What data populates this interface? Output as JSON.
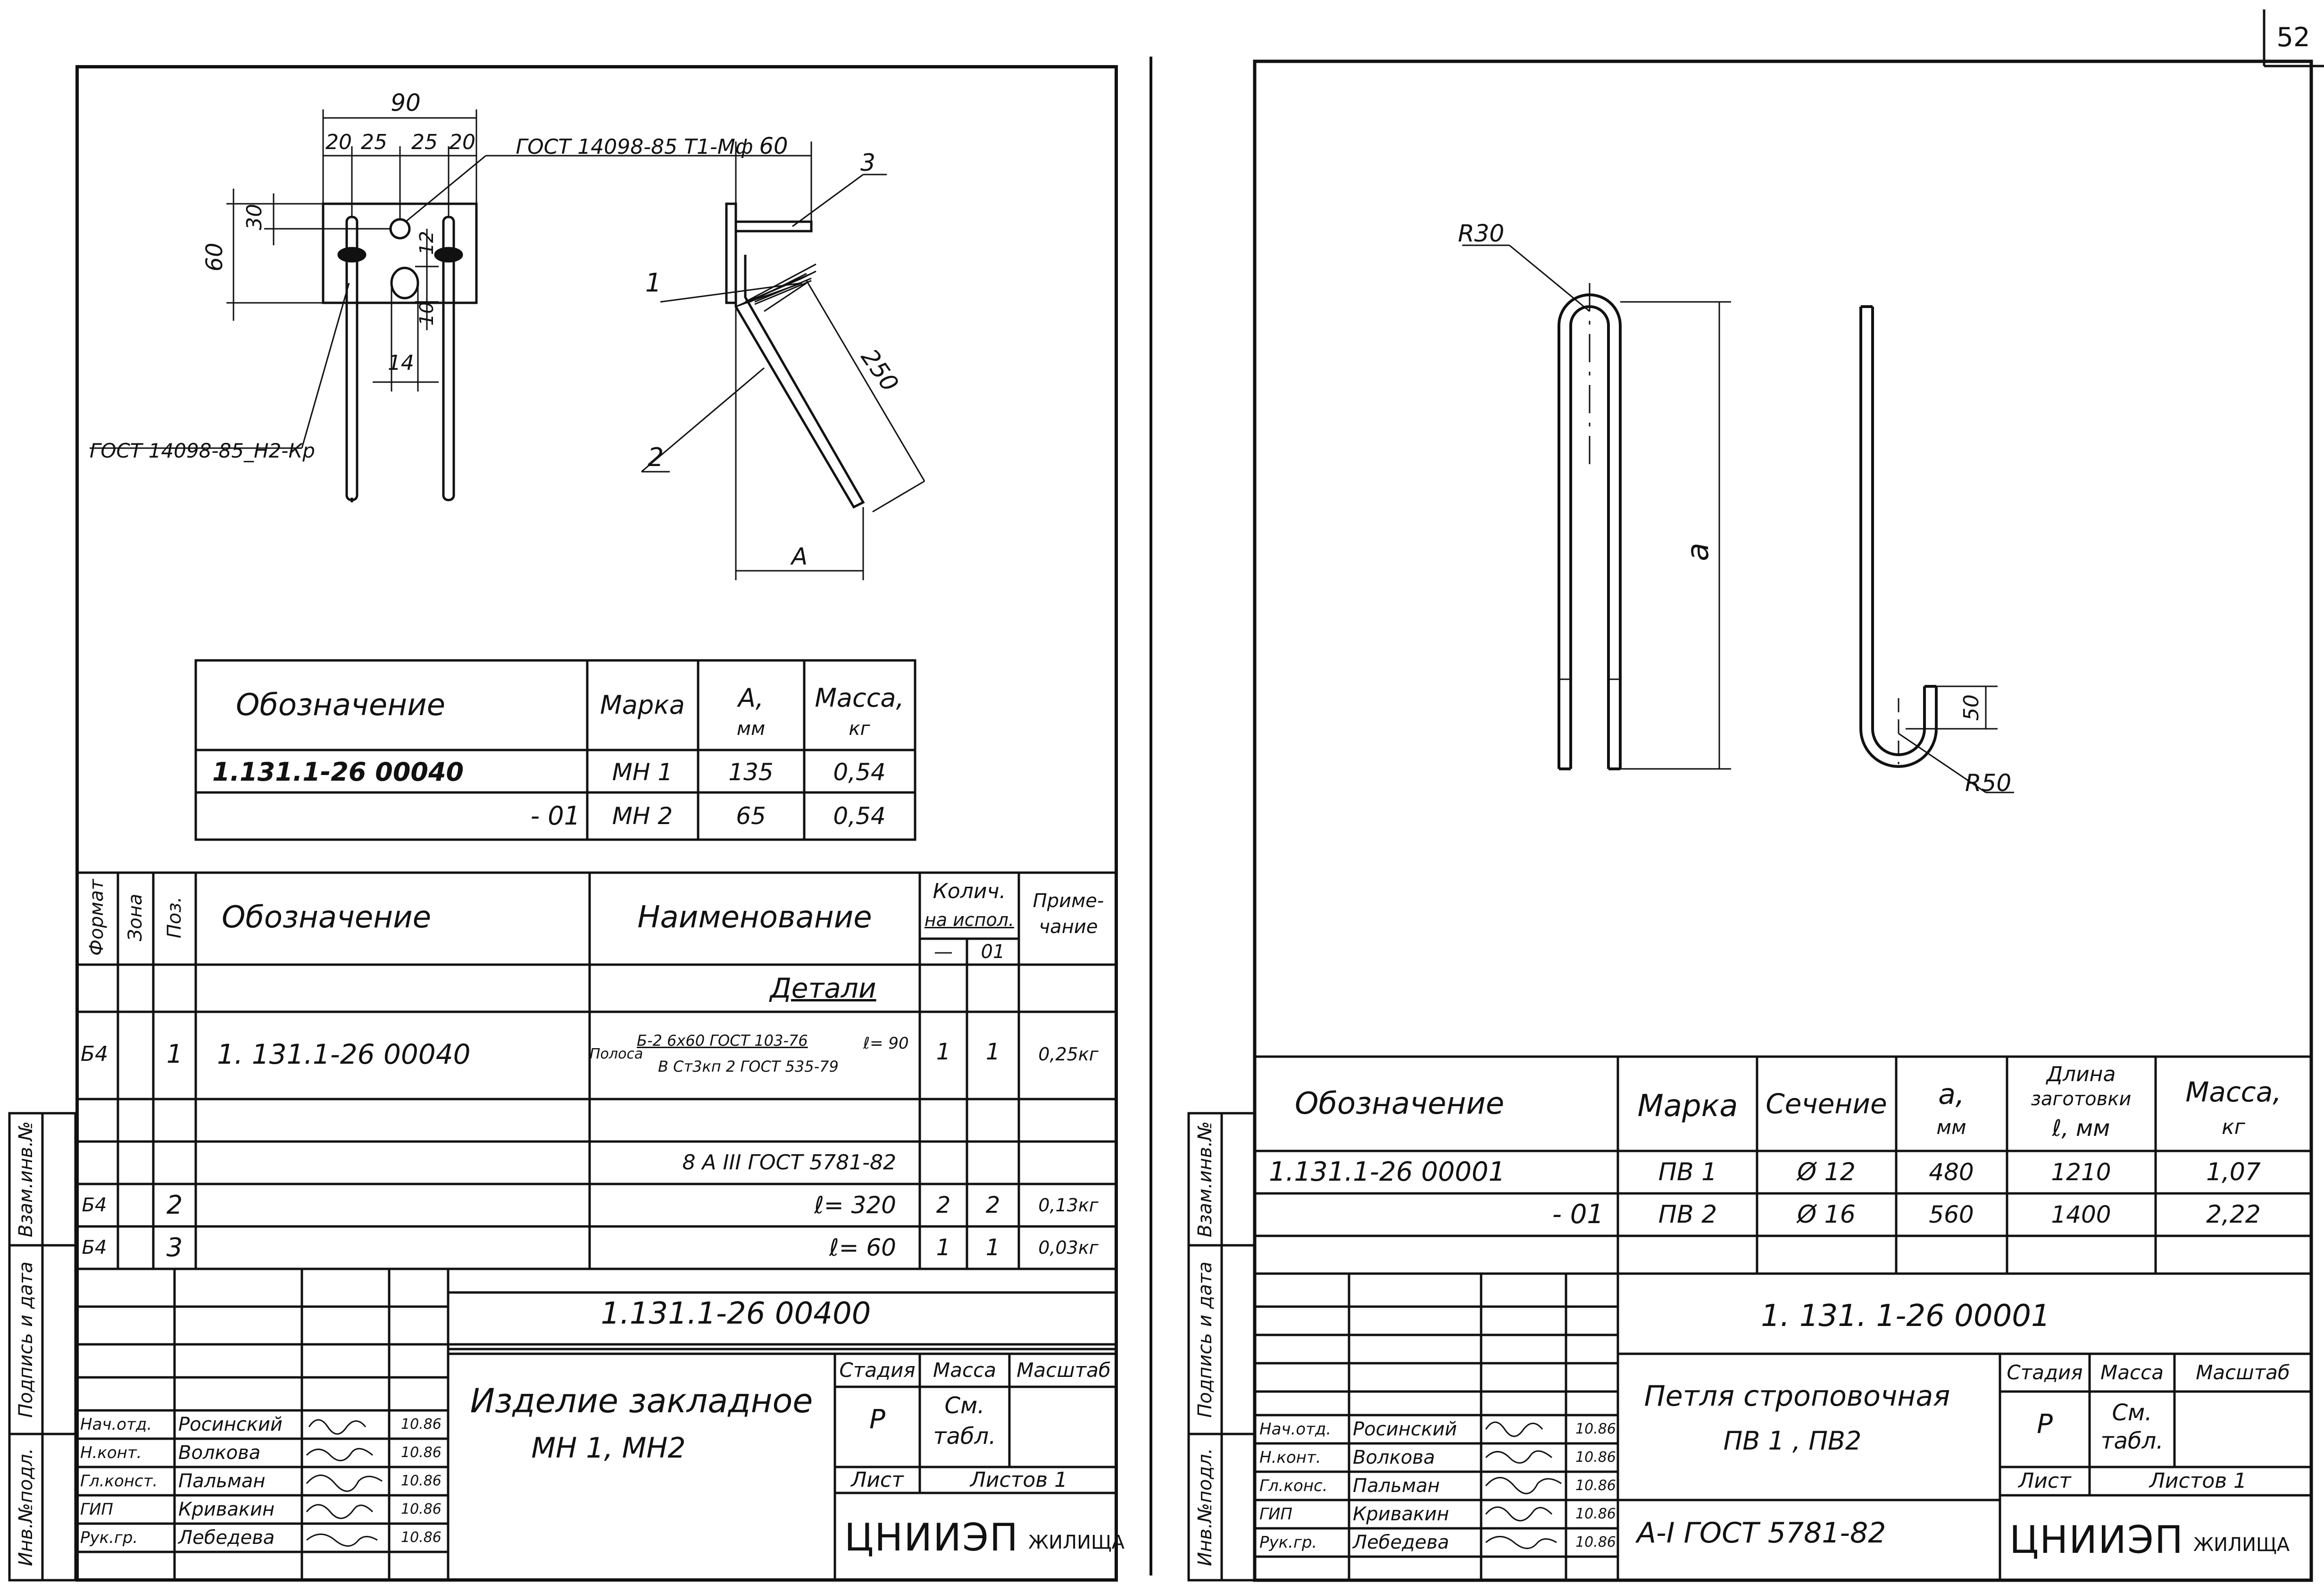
{
  "page_number": "52",
  "left": {
    "dims": {
      "d90": "90",
      "d20a": "20",
      "d25a": "25",
      "d25b": "25",
      "d20b": "20",
      "d60h": "60",
      "d30": "30",
      "d60v": "60",
      "d12": "12",
      "d10": "10",
      "d14": "14",
      "d250": "250",
      "dA": "A",
      "p1": "1",
      "p2": "2",
      "p3": "3"
    },
    "gost_top": "ГОСТ 14098-85 Т1-Мф",
    "gost_left": "ГОСТ 14098-85_Н2-Кр",
    "mark_table": {
      "headers": [
        "Обозначение",
        "Марка",
        "А,",
        "мм",
        "Масса,",
        "кг"
      ],
      "rows": [
        {
          "designation": "1.131.1-26  00040",
          "mark": "МН 1",
          "a": "135",
          "mass": "0,54"
        },
        {
          "designation": "- 01",
          "mark": "МН 2",
          "a": "65",
          "mass": "0,54"
        }
      ]
    },
    "spec": {
      "h_format": "Формат",
      "h_zone": "Зона",
      "h_pos": "Поз.",
      "h_designation": "Обозначение",
      "h_name": "Наименование",
      "h_qty": "Колич.",
      "h_qty2": "на испол.",
      "h_qty_dash": "—",
      "h_qty_01": "01",
      "h_note": "Приме-",
      "h_note2": "чание",
      "section": "Детали",
      "rows": [
        {
          "format": "Б4",
          "pos": "1",
          "designation": "1. 131.1-26  00040",
          "name_a": "Полоса",
          "name_b": "Б-2 6х60 ГОСТ 103-76",
          "name_c": "ℓ= 90",
          "name_d": "В Ст3кп 2 ГОСТ 535-79",
          "q1": "1",
          "q2": "1",
          "note": "0,25кг"
        },
        {
          "name": "8 А III ГОСТ 5781-82"
        },
        {
          "format": "Б4",
          "pos": "2",
          "name": "ℓ= 320",
          "q1": "2",
          "q2": "2",
          "note": "0,13кг"
        },
        {
          "format": "Б4",
          "pos": "3",
          "name": "ℓ= 60",
          "q1": "1",
          "q2": "1",
          "note": "0,03кг"
        }
      ]
    },
    "title_block": {
      "code": "1.131.1-26  00400",
      "title_line1": "Изделие закладное",
      "title_line2": "МН 1, МН2",
      "stage_h": "Стадия",
      "mass_h": "Масса",
      "scale_h": "Масштаб",
      "stage": "Р",
      "mass": "См.",
      "mass2": "табл.",
      "sheet": "Лист",
      "sheets": "Листов 1",
      "org": "ЦНИИЭП",
      "org2": "ЖИЛИЩА",
      "people": [
        {
          "role": "Нач.отд.",
          "name": "Росинский",
          "date": "10.86"
        },
        {
          "role": "Н.конт.",
          "name": "Волкова",
          "date": "10.86"
        },
        {
          "role": "Гл.конст.",
          "name": "Пальман",
          "date": "10.86"
        },
        {
          "role": "ГИП",
          "name": "Кривакин",
          "date": "10.86"
        },
        {
          "role": "Рук.гр.",
          "name": "Лебедева",
          "date": "10.86"
        }
      ]
    },
    "side_labels": [
      "Инв.№подл.",
      "Подпись и дата",
      "Взам.инв.№"
    ]
  },
  "right": {
    "dims": {
      "r30": "R30",
      "a": "a",
      "d50": "50",
      "r50": "R50"
    },
    "mark_table": {
      "headers": [
        "Обозначение",
        "Марка",
        "Сечение",
        "a,",
        "мм",
        "Длина",
        "заготовки",
        "ℓ, мм",
        "Масса,",
        "кг"
      ],
      "rows": [
        {
          "designation": "1.131.1-26  00001",
          "mark": "ПВ 1",
          "section": "Ø 12",
          "a": "480",
          "length": "1210",
          "mass": "1,07"
        },
        {
          "designation": "- 01",
          "mark": "ПВ 2",
          "section": "Ø 16",
          "a": "560",
          "length": "1400",
          "mass": "2,22"
        }
      ]
    },
    "title_block": {
      "code": "1. 131. 1-26  00001",
      "title_line1": "Петля строповочная",
      "title_line2": "ПВ 1 , ПВ2",
      "material": "А-I  ГОСТ  5781-82",
      "stage_h": "Стадия",
      "mass_h": "Масса",
      "scale_h": "Масштаб",
      "stage": "Р",
      "mass": "См.",
      "mass2": "табл.",
      "sheet": "Лист",
      "sheets": "Листов 1",
      "org": "ЦНИИЭП",
      "org2": "ЖИЛИЩА",
      "people": [
        {
          "role": "Нач.отд.",
          "name": "Росинский",
          "date": "10.86"
        },
        {
          "role": "Н.конт.",
          "name": "Волкова",
          "date": "10.86"
        },
        {
          "role": "Гл.конс.",
          "name": "Пальман",
          "date": "10.86"
        },
        {
          "role": "ГИП",
          "name": "Кривакин",
          "date": "10.86"
        },
        {
          "role": "Рук.гр.",
          "name": "Лебедева",
          "date": "10.86"
        }
      ]
    },
    "side_labels": [
      "Инв.№подл.",
      "Подпись и дата",
      "Взам.инв.№"
    ]
  }
}
